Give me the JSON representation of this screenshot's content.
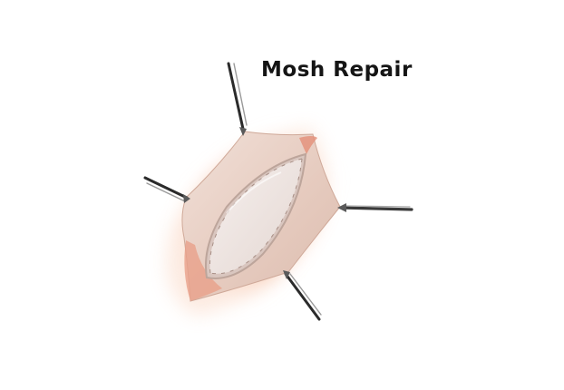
{
  "illustration": {
    "title": "Mosh Repair",
    "colors": {
      "background": "#ffffff",
      "skin_glow": "#f4b28f",
      "skin_flap": "#ead2c8",
      "wound_edge": "#e59a82",
      "mesh": "#eee5e1",
      "instrument": "#2e2e2e",
      "instrument_shine": "#9a9a9a"
    },
    "icons": [
      "skin-flap",
      "mesh-patch",
      "retractor-instrument"
    ]
  }
}
